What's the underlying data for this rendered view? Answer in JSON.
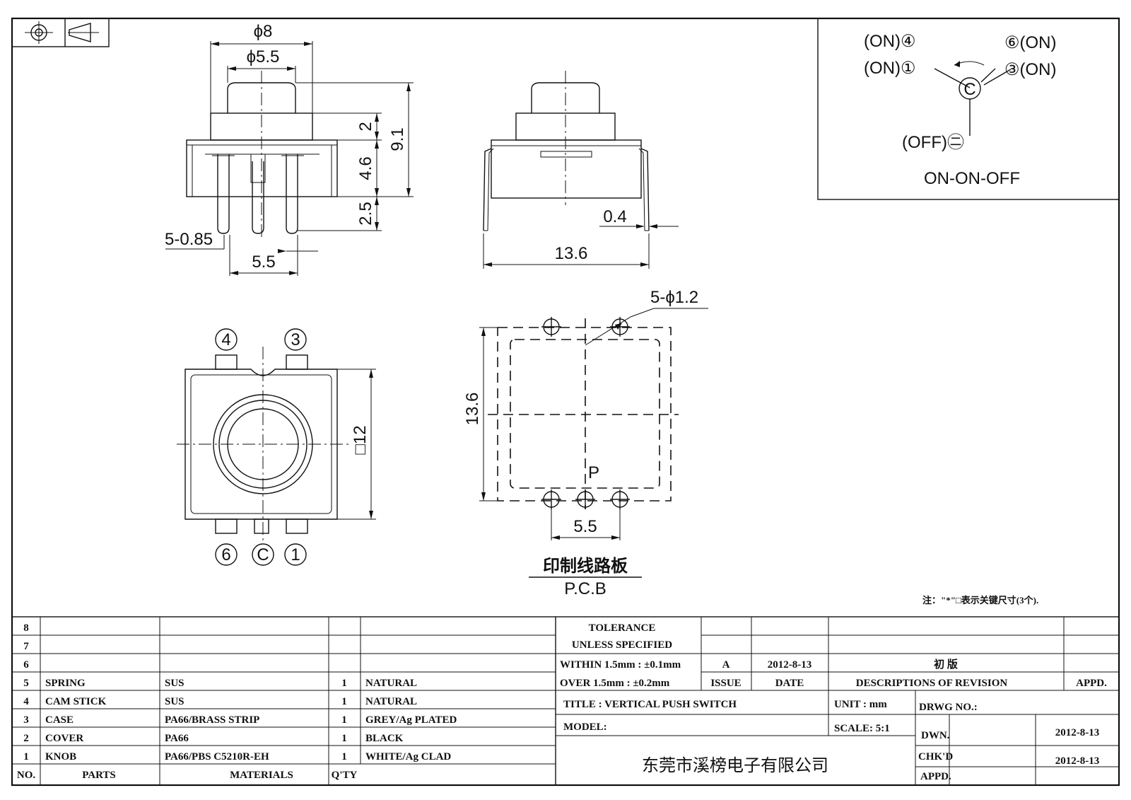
{
  "symbol": {
    "projection": "first-angle-projection-symbol"
  },
  "side_view": {
    "dims": {
      "outer_dia": "ϕ8",
      "knob_dia": "ϕ5.5",
      "height_2": "2",
      "height_9_1": "9.1",
      "height_4_6": "4.6",
      "height_2_5": "2.5",
      "pin_width": "5-0.85",
      "pin_pitch": "5.5"
    }
  },
  "front_view": {
    "dims": {
      "pin_thickness": "0.4",
      "width": "13.6"
    }
  },
  "schematic": {
    "labels": {
      "p4": "(ON)④",
      "p1": "(ON)①",
      "p6": "⑥(ON)",
      "p3": "③(ON)",
      "pc": "C",
      "pvoid": "(OFF)㊁"
    },
    "mode": "ON-ON-OFF"
  },
  "top_view": {
    "pins": {
      "p4": "4",
      "p3": "3",
      "p6": "6",
      "pc": "C",
      "p1": "1"
    },
    "dims": {
      "square": "□12"
    }
  },
  "pcb_view": {
    "dims": {
      "holes": "5-ϕ1.2",
      "height": "13.6",
      "pitch": "5.5"
    },
    "point_label": "P",
    "title_cn": "印制线路板",
    "title_en": "P.C.B"
  },
  "note": "注：\"*\"□表示关键尺寸(3个).",
  "parts_table": {
    "header": {
      "no": "NO.",
      "parts": "PARTS",
      "materials": "MATERIALS",
      "qty": "Q'TY"
    },
    "rows": [
      {
        "no": "8",
        "part": "",
        "material": "",
        "qty": "",
        "finish": ""
      },
      {
        "no": "7",
        "part": "",
        "material": "",
        "qty": "",
        "finish": ""
      },
      {
        "no": "6",
        "part": "",
        "material": "",
        "qty": "",
        "finish": ""
      },
      {
        "no": "5",
        "part": "SPRING",
        "material": "SUS",
        "qty": "1",
        "finish": "NATURAL"
      },
      {
        "no": "4",
        "part": "CAM STICK",
        "material": "SUS",
        "qty": "1",
        "finish": "NATURAL"
      },
      {
        "no": "3",
        "part": "CASE",
        "material": "PA66/BRASS STRIP",
        "qty": "1",
        "finish": "GREY/Ag PLATED"
      },
      {
        "no": "2",
        "part": "COVER",
        "material": "PA66",
        "qty": "1",
        "finish": "BLACK"
      },
      {
        "no": "1",
        "part": "KNOB",
        "material": "PA66/PBS C5210R-EH",
        "qty": "1",
        "finish": "WHITE/Ag CLAD"
      }
    ]
  },
  "title_block": {
    "tolerance_1": "TOLERANCE",
    "tolerance_2": "UNLESS  SPECIFIED",
    "tolerance_3": "WITHIN 1.5mm : ±0.1mm",
    "tolerance_4": "OVER 1.5mm : ±0.2mm",
    "issue": "A",
    "date": "2012-8-13",
    "revision_desc": "初  版",
    "issue_hdr": "ISSUE",
    "date_hdr": "DATE",
    "desc_hdr": "DESCRIPTIONS OF REVISION",
    "appd_hdr": "APPD.",
    "title": "TITLE :  VERTICAL PUSH SWITCH",
    "unit": "UNIT :  mm",
    "drwg_no": "DRWG NO.:",
    "model": "MODEL:",
    "scale": "SCALE:  5:1",
    "dwn": "DWN.",
    "dwn_date": "2012-8-13",
    "chkd": "CHK'D",
    "chkd_date": "2012-8-13",
    "appd": "APPD.",
    "company": "东莞市溪榜电子有限公司"
  }
}
